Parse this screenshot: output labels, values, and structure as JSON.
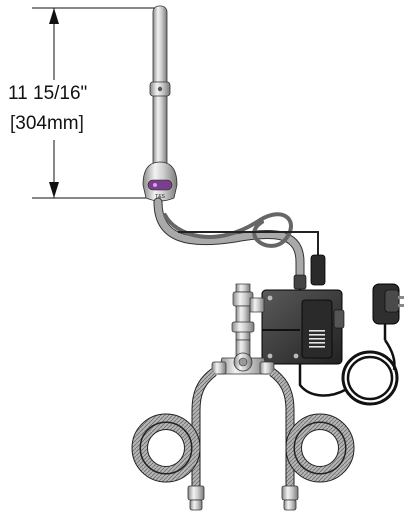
{
  "dimension": {
    "imperial": "11 15/16\"",
    "metric": "304mm"
  },
  "product_marks": {
    "sensor_logo": "T&S"
  },
  "colors": {
    "line": "#111111",
    "chrome": "#d4d4d4",
    "chrome_dark": "#8a8a8a",
    "hose": "#9a9a9a",
    "box": "#3a3a3a",
    "sensor_window": "#7a3e8c"
  }
}
